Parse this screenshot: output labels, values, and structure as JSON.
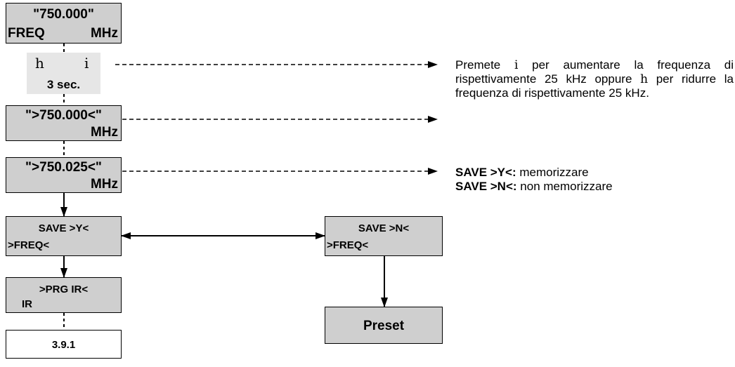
{
  "boxes": {
    "freq_display": {
      "line1": "\"750.000\"",
      "left": "FREQ",
      "right": "MHz"
    },
    "keys": {
      "left_key": "h",
      "right_key": "i",
      "duration": "3 sec."
    },
    "edit_display_1": {
      "line1": "\">750.000<\"",
      "right": "MHz"
    },
    "edit_display_2": {
      "line1": "\">750.025<\"",
      "right": "MHz"
    },
    "save_yes": {
      "line1": "SAVE >Y<",
      "line2": ">FREQ<"
    },
    "save_no": {
      "line1": "SAVE >N<",
      "line2": ">FREQ<"
    },
    "prg_ir": {
      "line1": ">PRG IR<",
      "line2": "IR"
    },
    "section_ref": {
      "label": "3.9.1"
    },
    "preset": {
      "label": "Preset"
    }
  },
  "notes": {
    "frequency_adjust": {
      "p1": "Premete ",
      "key_up": "i",
      "p2": " per aumentare la frequenza di rispettivamente 25 kHz oppure ",
      "key_down": "h",
      "p3": " per ridurre la frequenza di rispettivamente 25 kHz."
    },
    "save_options": {
      "yes_label": "SAVE >Y<:",
      "yes_text": " memorizzare",
      "no_label": "SAVE >N<:",
      "no_text": " non memorizzare"
    }
  },
  "colors": {
    "box_fill": "#cfcfcf",
    "key_background": "#e6e6e6",
    "line": "#000000"
  }
}
